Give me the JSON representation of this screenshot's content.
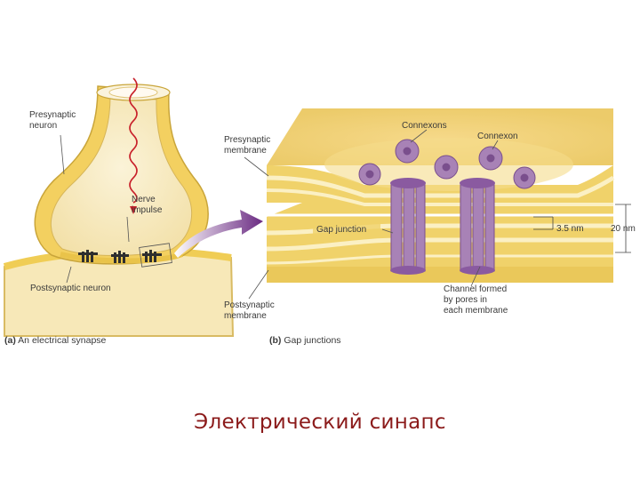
{
  "panel_a": {
    "presynaptic_neuron": [
      "Presynaptic",
      "neuron"
    ],
    "nerve_impulse": [
      "Nerve",
      "impulse"
    ],
    "postsynaptic_neuron": "Postsynaptic neuron",
    "caption_letter": "(a)",
    "caption_text": " An electrical synapse"
  },
  "panel_b": {
    "connexons": "Connexons",
    "connexon": "Connexon",
    "presynaptic_membrane": [
      "Presynaptic",
      "membrane"
    ],
    "postsynaptic_membrane": [
      "Postsynaptic",
      "membrane"
    ],
    "gap_junction": "Gap junction",
    "gap_width": "3.5 nm",
    "total_width": "20 nm",
    "channel": [
      "Channel formed",
      "by pores in",
      "each membrane"
    ],
    "caption_letter": "(b)",
    "caption_text": " Gap junctions"
  },
  "title": "Электрический синапс",
  "colors": {
    "membrane": "#f2d36c",
    "membrane_light": "#fbeeb5",
    "connexon": "#a882b6",
    "arrow": "#6a2a82",
    "impulse": "#c8202a",
    "title": "#8b1a1a"
  }
}
